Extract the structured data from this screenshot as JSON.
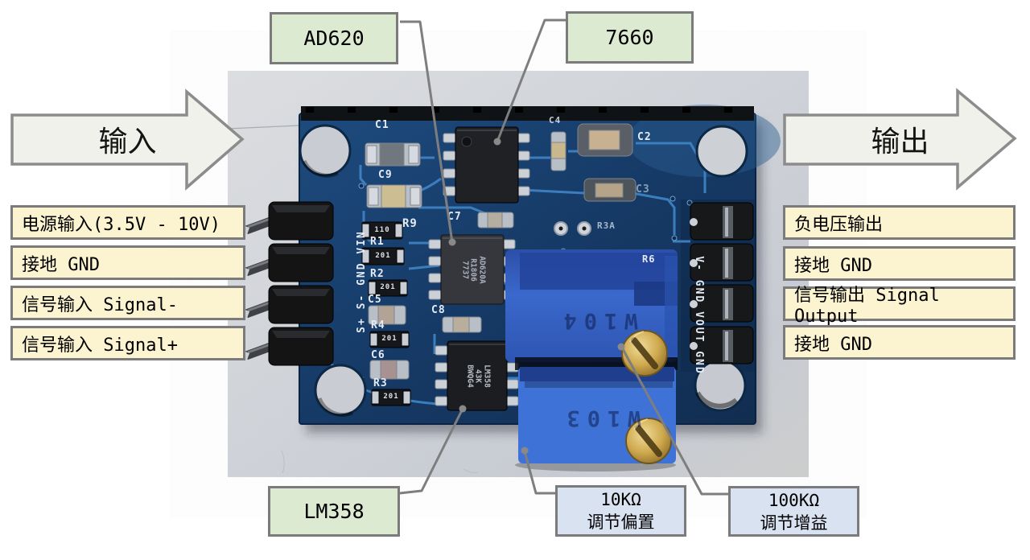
{
  "arrows": {
    "input": "输入",
    "output": "输出"
  },
  "top_labels": {
    "ad620": "AD620",
    "ic7660": "7660"
  },
  "left_pin_labels": [
    "电源输入(3.5V - 10V)",
    "接地 GND",
    "信号输入 Signal-",
    "信号输入 Signal+"
  ],
  "right_pin_labels": [
    "负电压输出",
    "接地 GND",
    "信号输出 Signal Output",
    "接地 GND"
  ],
  "bottom_labels": {
    "lm358": "LM358",
    "offset_pot": {
      "line1": "10KΩ",
      "line2": "调节偏置"
    },
    "gain_pot": {
      "line1": "100KΩ",
      "line2": "调节增益"
    }
  },
  "board": {
    "silkscreen": {
      "c1": "C1",
      "c9": "C9",
      "r9": "R9",
      "r1": "R1",
      "r2": "R2",
      "c5": "C5",
      "r4": "R4",
      "c6": "C6",
      "r3": "R3",
      "c7": "C7",
      "c8": "C8",
      "c4": "C4",
      "c2": "C2",
      "c3": "C3",
      "r3a": "R3A",
      "r6": "R6"
    },
    "edge_labels": {
      "left": "S+ S- GND VIN",
      "right": "V- GND VOUT GND"
    },
    "chip_marks": {
      "ad620": [
        "AD620A",
        "R1806",
        "7737"
      ],
      "lm358": [
        "LM358",
        "43K",
        "BWQG4"
      ],
      "gain_pot": "W104",
      "offset_pot": "W103"
    },
    "resistor_marks": {
      "r9": "110",
      "r1": "201",
      "r2": "201",
      "r4": "201",
      "r3": "201"
    }
  },
  "colors": {
    "green_label": "#dcead2",
    "yellow_label": "#fcf3d0",
    "blue_label": "#d9e2f1",
    "label_border": "#7b7b7b",
    "arrow_fill": "#f0f1ea",
    "leader": "#7e7e7e",
    "pcb_blue": "#17416f",
    "trace_blue": "#3e82c2",
    "trimpot_blue": "#3a6cd0",
    "brass": "#d2b05a"
  }
}
